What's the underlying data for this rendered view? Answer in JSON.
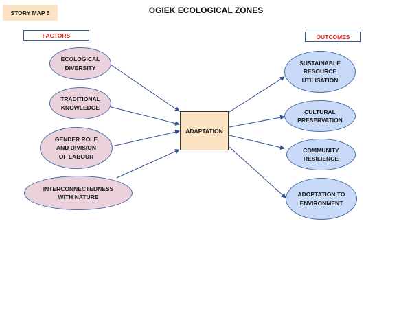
{
  "story_tag": "STORY MAP 6",
  "title": "OGIEK ECOLOGICAL ZONES",
  "factors_header": "FACTORS",
  "outcomes_header": "OUTCOMES",
  "center": "ADAPTATION",
  "factors": [
    "ECOLOGICAL\nDIVERSITY",
    "TRADITIONAL\nKNOWLEDGE",
    "GENDER ROLE\nAND DIVISION\nOF LABOUR",
    "INTERCONNECTEDNESS\nWITH NATURE"
  ],
  "outcomes": [
    "SUSTAINABLE\nRESOURCE\nUTILISATION",
    "CULTURAL\nPRESERVATION",
    "COMMUNITY\nRESILIENCE",
    "ADOPTATION TO\nENVIRONMENT"
  ],
  "colors": {
    "factor_fill": "#ead1dc",
    "outcome_fill": "#c9daf8",
    "center_fill": "#fbe3c4",
    "header_text": "#e0211b",
    "arrow": "#2f4f8f"
  }
}
